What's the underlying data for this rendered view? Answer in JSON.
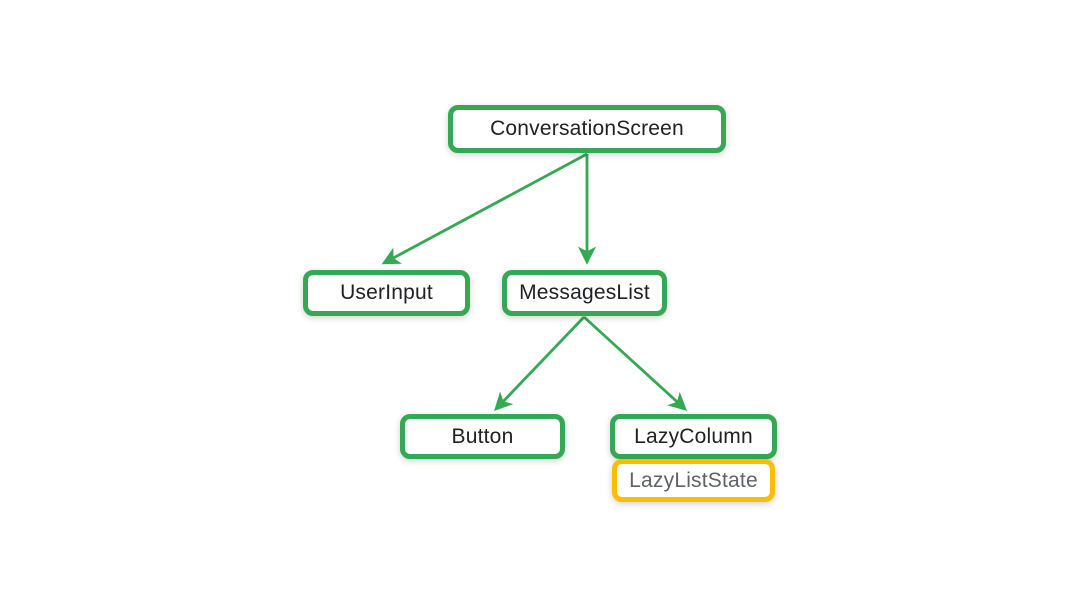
{
  "diagram": {
    "type": "component-tree",
    "background": "#ffffff"
  },
  "colors": {
    "edge_green": "#34A853",
    "node_border_green": "#34A853",
    "state_border_yellow": "#FBBC04",
    "node_text": "#202124",
    "state_text": "#5F6368"
  },
  "nodes": {
    "conversation_screen": {
      "label": "ConversationScreen"
    },
    "user_input": {
      "label": "UserInput"
    },
    "messages_list": {
      "label": "MessagesList"
    },
    "button": {
      "label": "Button"
    },
    "lazy_column": {
      "label": "LazyColumn"
    },
    "lazy_list_state": {
      "label": "LazyListState"
    }
  },
  "edges": [
    {
      "from": "ConversationScreen",
      "to": "UserInput"
    },
    {
      "from": "ConversationScreen",
      "to": "MessagesList"
    },
    {
      "from": "MessagesList",
      "to": "Button"
    },
    {
      "from": "MessagesList",
      "to": "LazyColumn"
    }
  ]
}
